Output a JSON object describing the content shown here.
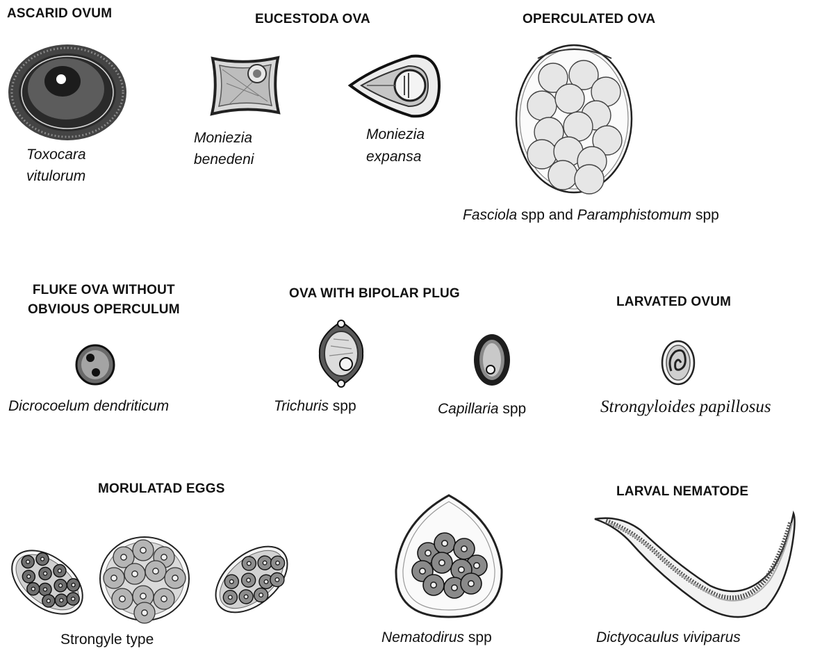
{
  "headings": {
    "ascarid": "ASCARID OVUM",
    "eucestoda": "EUCESTODA OVA",
    "operculated": "OPERCULATED OVA",
    "fluke_line1": "FLUKE OVA WITHOUT",
    "fluke_line2": "OBVIOUS OPERCULUM",
    "bipolar": "OVA WITH BIPOLAR PLUG",
    "larvated": "LARVATED OVUM",
    "morulated": "MORULATAD EGGS",
    "larval": "LARVAL NEMATODE"
  },
  "labels": {
    "toxocara_1": "Toxocara",
    "toxocara_2": "vitulorum",
    "moniezia_b_1": "Moniezia",
    "moniezia_b_2": "benedeni",
    "moniezia_e_1": "Moniezia",
    "moniezia_e_2": "expansa",
    "fasciola_genus": "Fasciola",
    "fasciola_mid": " spp and ",
    "paramph_genus": "Paramphistomum",
    "paramph_tail": " spp",
    "dicrocoelium": "Dicrocoelum dendriticum",
    "trichuris_genus": "Trichuris",
    "trichuris_tail": " spp",
    "capillaria_genus": "Capillaria",
    "capillaria_tail": " spp",
    "strongyloides": "Strongyloides papillosus",
    "strongyle": "Strongyle type",
    "nematodirus_genus": "Nematodirus",
    "nematodirus_tail": " spp",
    "dictyocaulus": "Dictyocaulus viviparus"
  },
  "icons": [
    "toxocara-egg",
    "moniezia-benedeni-egg",
    "moniezia-expansa-egg",
    "fasciola-egg",
    "dicrocoelium-egg",
    "trichuris-egg",
    "capillaria-egg",
    "strongyloides-egg",
    "strongyle-egg",
    "nematodirus-egg",
    "dictyocaulus-larva"
  ]
}
